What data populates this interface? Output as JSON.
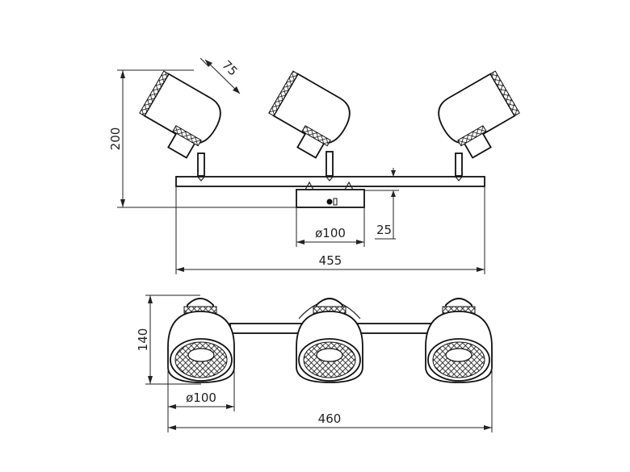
{
  "dimensions": {
    "head_size": "75",
    "total_height": "200",
    "plate_depth": "25",
    "plate_diameter": "ø100",
    "bar_length": "455",
    "top_depth": "140",
    "head_diameter": "ø100",
    "overall_width": "460"
  },
  "colors": {
    "line": "#222222",
    "background": "#ffffff"
  }
}
